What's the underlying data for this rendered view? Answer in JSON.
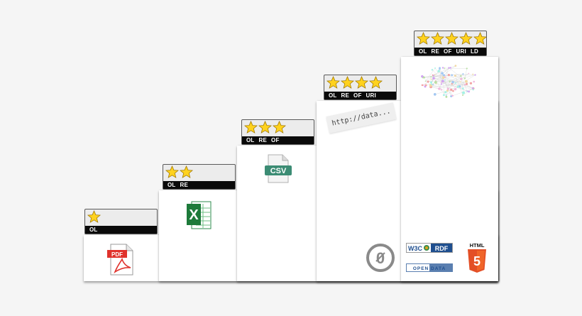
{
  "steps": [
    {
      "stars": 1,
      "labels": [
        "OL"
      ]
    },
    {
      "stars": 2,
      "labels": [
        "OL",
        "RE"
      ]
    },
    {
      "stars": 3,
      "labels": [
        "OL",
        "RE",
        "OF"
      ]
    },
    {
      "stars": 4,
      "labels": [
        "OL",
        "RE",
        "OF",
        "URI"
      ]
    },
    {
      "stars": 5,
      "labels": [
        "OL",
        "RE",
        "OF",
        "URI",
        "LD"
      ]
    }
  ],
  "icons": {
    "pdf": {
      "text": "PDF"
    },
    "excel": {
      "text": "X"
    },
    "csv": {
      "text": "CSV"
    },
    "url": {
      "text": "http://data..."
    },
    "cc_zero": {
      "text": "0"
    },
    "w3c": {
      "text": "W3C",
      "rdf": "RDF"
    },
    "open_data": {
      "text": "OPEN DATA"
    },
    "html5": {
      "text": "HTML",
      "number": "5"
    }
  },
  "colors": {
    "star_fill": "#ffd21e",
    "star_stroke": "#a07800",
    "label_bar": "#0a0a0a",
    "badge_bg": "#ececec",
    "html5_orange": "#e34f26",
    "pdf_red": "#e0322c",
    "excel_green": "#1d7a3a",
    "csv_teal": "#3c8c74",
    "rdf_blue": "#1f4f8f"
  }
}
